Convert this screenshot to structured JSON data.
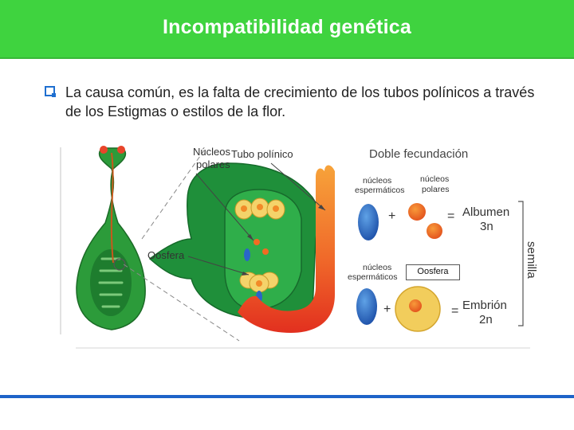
{
  "header": {
    "title": "Incompatibilidad genética"
  },
  "bullet": {
    "text": "La causa común, es la falta de crecimiento de los tubos polínicos a través de los Estigmas o estilos de la flor."
  },
  "diagram": {
    "label_nucleos_polares": [
      "Núcleos",
      "polares"
    ],
    "label_tubo_polinico": "Tubo polínico",
    "label_oosfera": "Oosfera",
    "label_doble_fecundacion": "Doble fecundación",
    "label_nucleos_espermaticos": [
      "núcleos",
      "espermáticos"
    ],
    "label_nucleos_polares_small": [
      "núcleos",
      "polares"
    ],
    "plus": "+",
    "equals": "=",
    "label_albumen": [
      "Albumen",
      "3n"
    ],
    "label_embrion": [
      "Embrión",
      "2n"
    ],
    "label_semilla": "semilla",
    "callout_oosfera": "Oosfera"
  },
  "colors": {
    "header": "#3fd33f",
    "accent_blue": "#1e63c8",
    "plant_green": "#1e8a3c",
    "tube_red": "#e53a22",
    "tube_orange": "#f7941e"
  }
}
